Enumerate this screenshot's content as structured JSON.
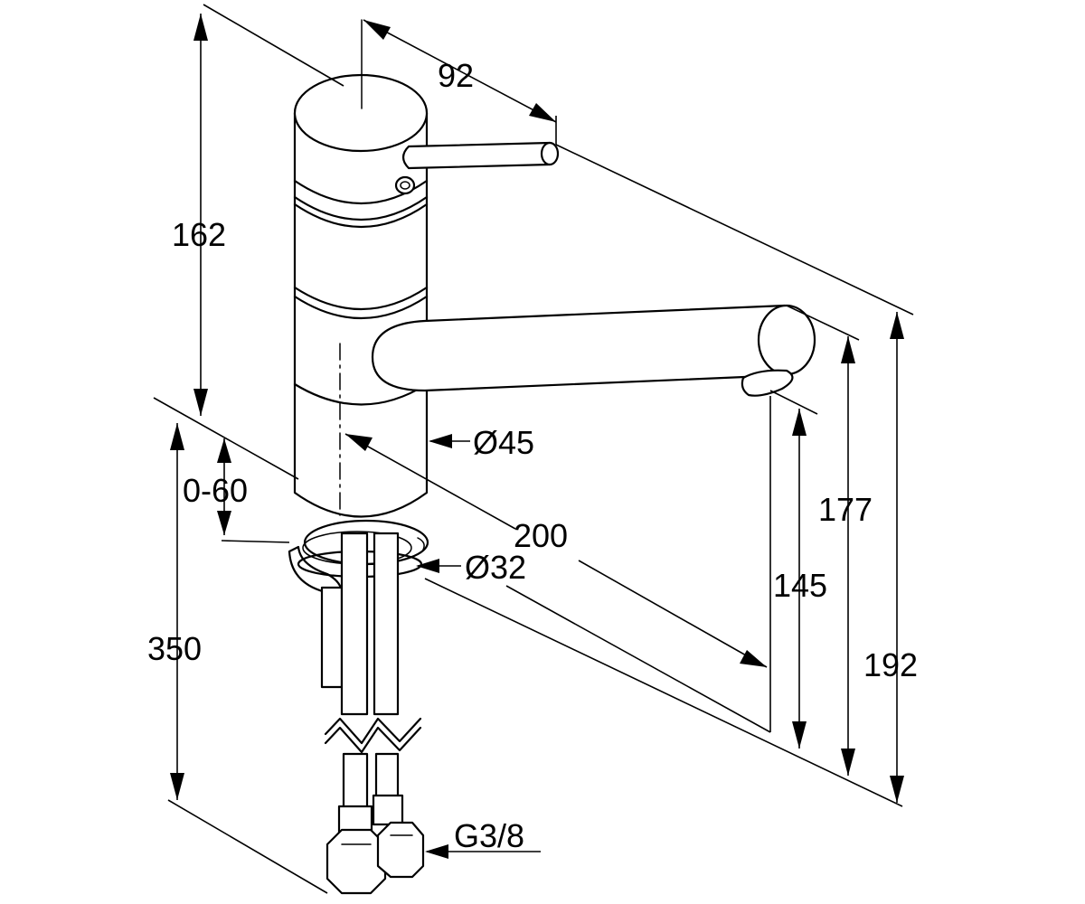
{
  "dimensions": {
    "d92": "92",
    "d162": "162",
    "d45": "Ø45",
    "d0_60": "0-60",
    "d200": "200",
    "d32": "Ø32",
    "d177": "177",
    "d145": "145",
    "d192": "192",
    "d350": "350",
    "thread": "G3/8"
  }
}
